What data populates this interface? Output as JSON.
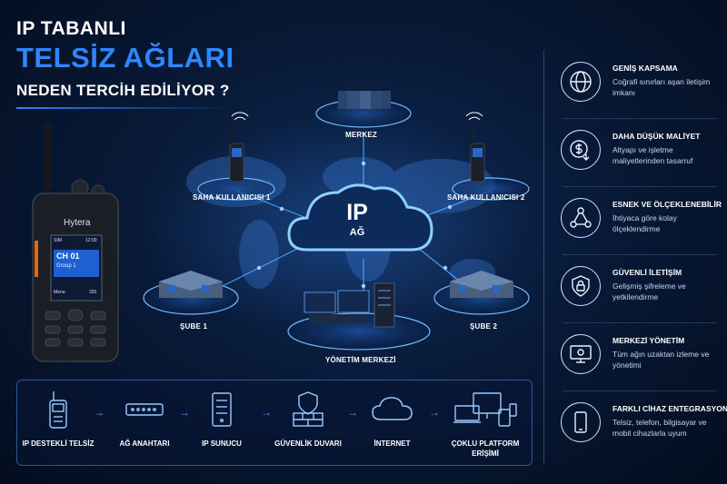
{
  "title": {
    "line1": "IP TABANLI",
    "line2": "TELSİZ AĞLARI",
    "line3": "NEDEN TERCİH EDİLİYOR ?"
  },
  "diagram": {
    "center_line1": "IP",
    "center_line2": "AĞ",
    "nodes": {
      "merkez": "MERKEZ",
      "saha1": "SAHA KULLANICISI 1",
      "saha2": "SAHA KULLANICISI 2",
      "sube1": "ŞUBE 1",
      "sube2": "ŞUBE 2",
      "yonetim": "YÖNETİM MERKEZİ"
    },
    "radio": {
      "brand": "Hytera",
      "sim": "SIM",
      "time": "12:00",
      "channel": "CH 01",
      "group": "Group 1",
      "menu": "Menu",
      "number": "320"
    }
  },
  "features": [
    {
      "icon": "globe-icon",
      "title": "GENİŞ KAPSAMA",
      "desc": "Coğrafi sınırları aşan iletişim imkanı"
    },
    {
      "icon": "dollar-down-icon",
      "title": "DAHA DÜŞÜK MALİYET",
      "desc": "Altyapı ve işletme maliyetlerinden tasarruf"
    },
    {
      "icon": "share-nodes-icon",
      "title": "ESNEK VE ÖLÇEKLENEBİLİR",
      "desc": "İhtiyaca göre kolay ölçeklendirme"
    },
    {
      "icon": "shield-lock-icon",
      "title": "GÜVENLİ İLETİŞİM",
      "desc": "Gelişmiş şifreleme ve yetkilendirme"
    },
    {
      "icon": "monitor-gear-icon",
      "title": "MERKEZİ YÖNETİM",
      "desc": "Tüm ağın uzaktan izleme ve yönetimi"
    },
    {
      "icon": "smartphone-icon",
      "title": "FARKLI CİHAZ ENTEGRASYONU",
      "desc": "Telsiz, telefon, bilgisayar ve mobil cihazlarla uyum"
    }
  ],
  "flow": [
    {
      "icon": "radio-icon",
      "label": "IP DESTEKLİ TELSİZ"
    },
    {
      "icon": "switch-icon",
      "label": "AĞ ANAHTARI"
    },
    {
      "icon": "server-icon",
      "label": "IP SUNUCU"
    },
    {
      "icon": "firewall-icon",
      "label": "GÜVENLİK DUVARI"
    },
    {
      "icon": "cloud-icon",
      "label": "İNTERNET"
    },
    {
      "icon": "devices-icon",
      "label": "ÇOKLU PLATFORM ERİŞİMİ"
    }
  ],
  "colors": {
    "accent": "#2f86ff",
    "background": "#081a38",
    "glow": "#4ea8ff"
  }
}
